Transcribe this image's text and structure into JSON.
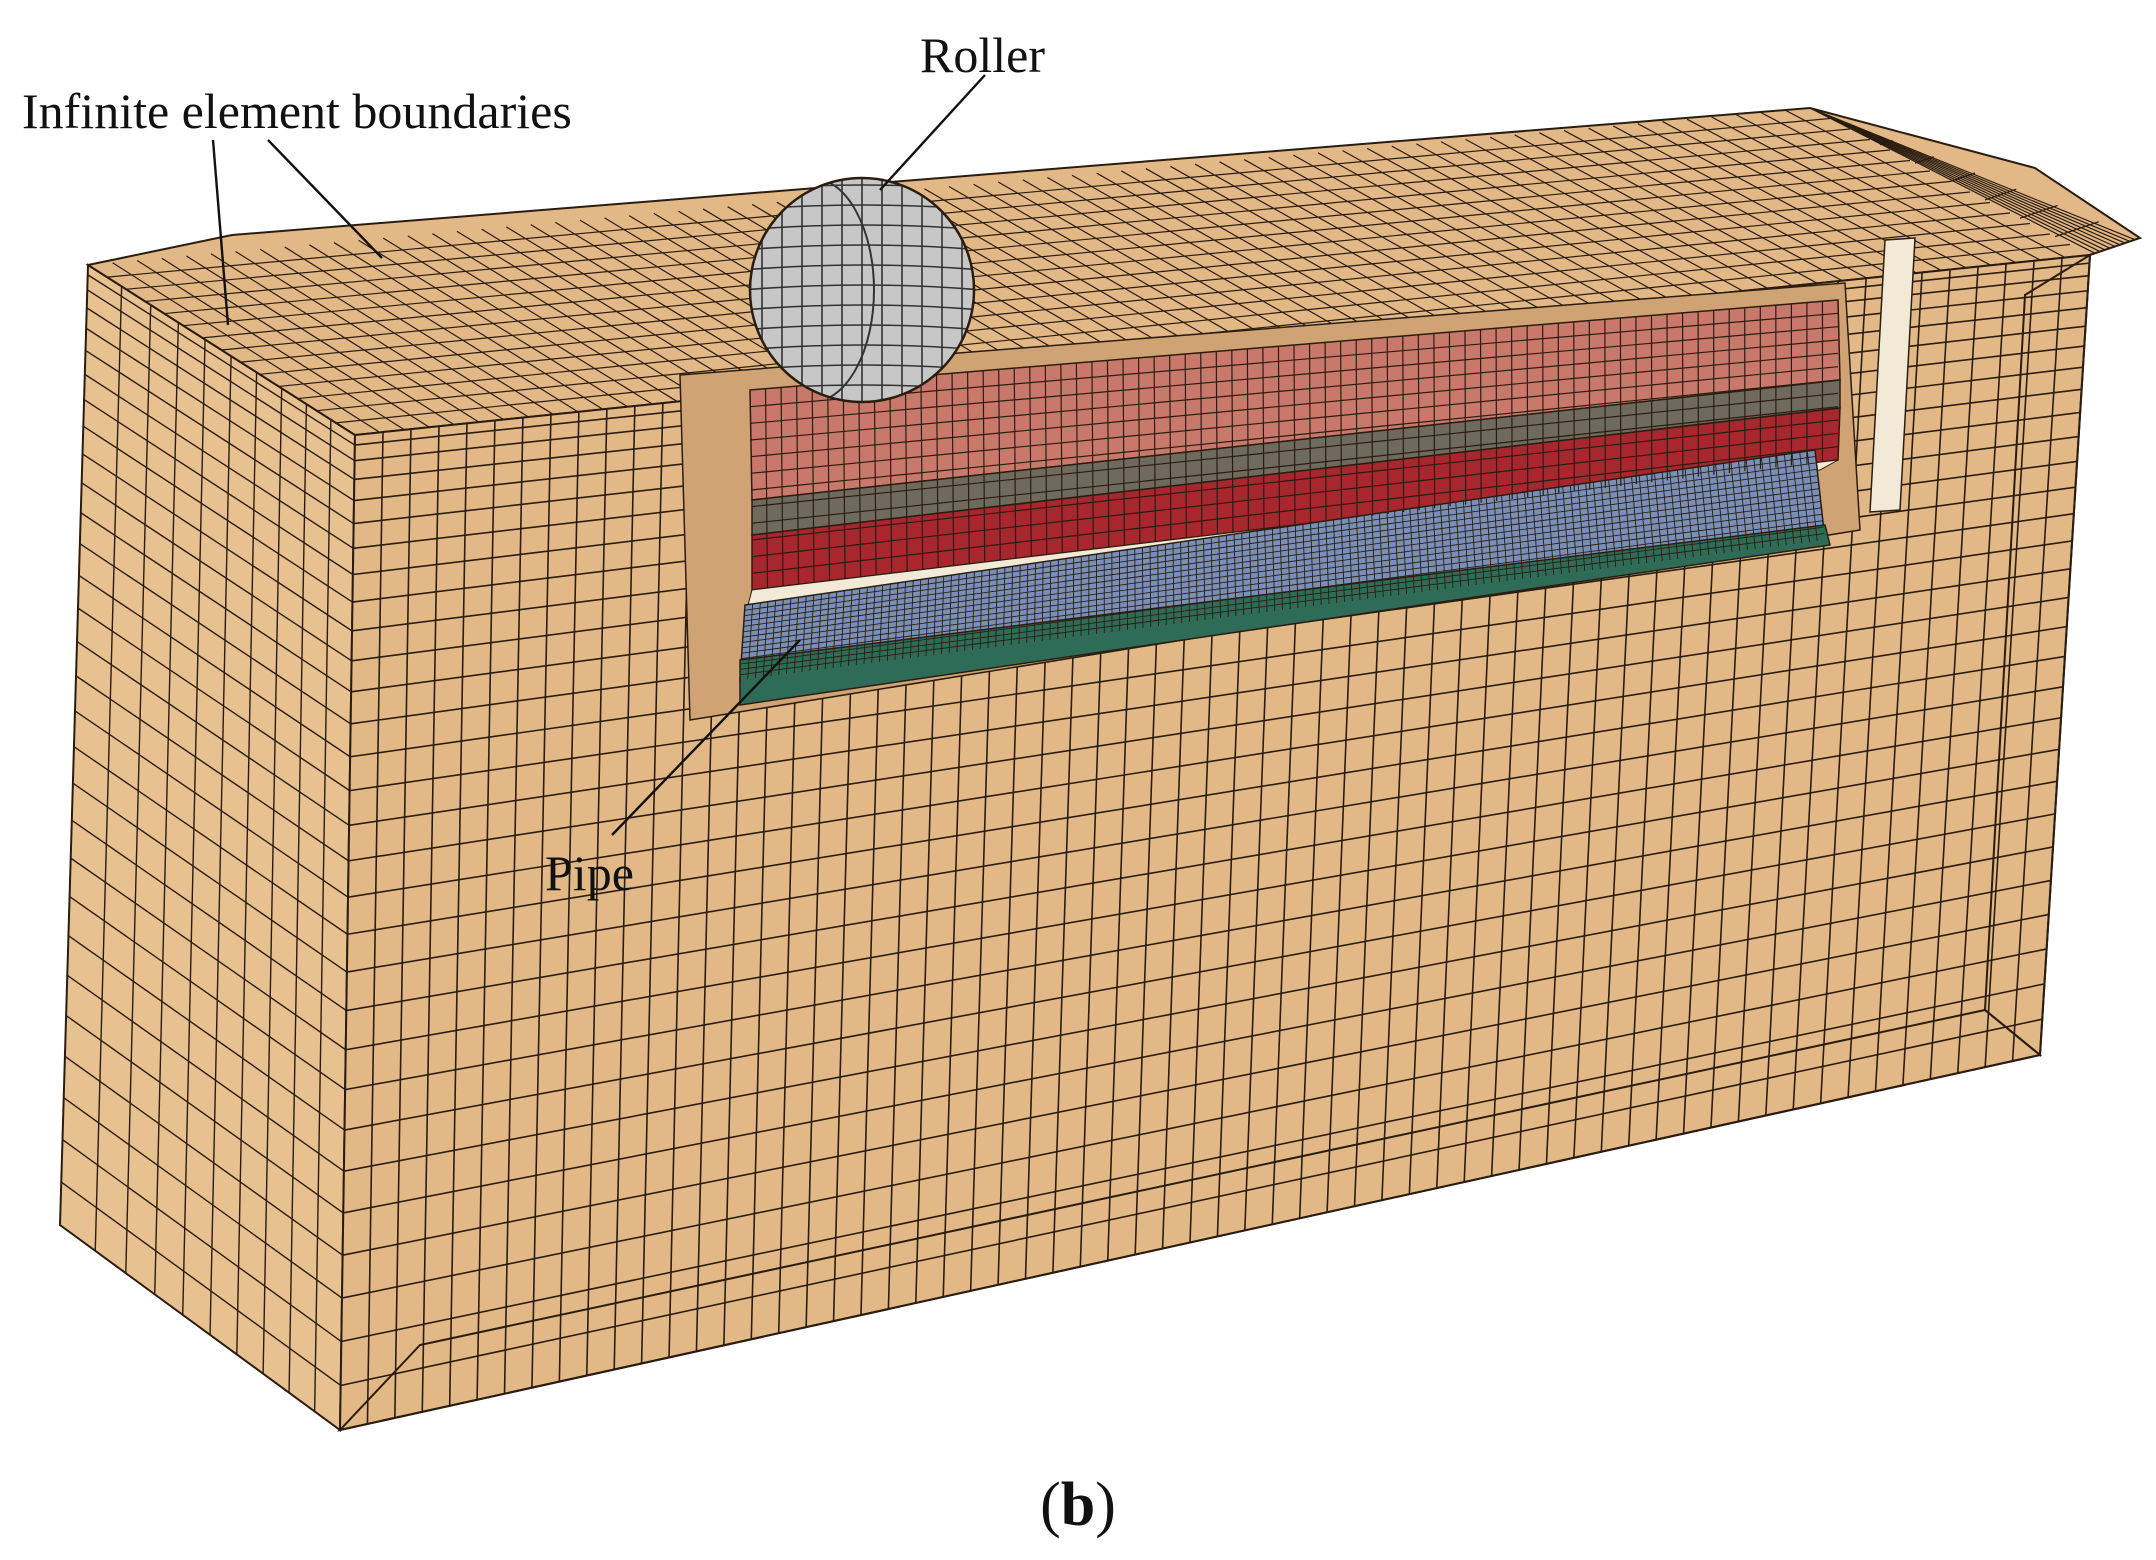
{
  "labels": {
    "infinite": "Infinite element boundaries",
    "roller": "Roller",
    "pipe": "Pipe"
  },
  "panel": {
    "open": "(",
    "letter": "b",
    "close": ")"
  },
  "colors": {
    "soil": "#e2b886",
    "soil_dark": "#cfa373",
    "soil_side": "#e8c190",
    "mesh_line": "#2a1d10",
    "layer_top": "#c9796b",
    "layer_grey": "#6e6a5e",
    "layer_red": "#a8262e",
    "layer_green": "#2f6c57",
    "pipe": "#7a8fb8",
    "bedding": "#f2ead7",
    "roller": "#c7c7c7",
    "roller_dark": "#8f8f8f"
  }
}
